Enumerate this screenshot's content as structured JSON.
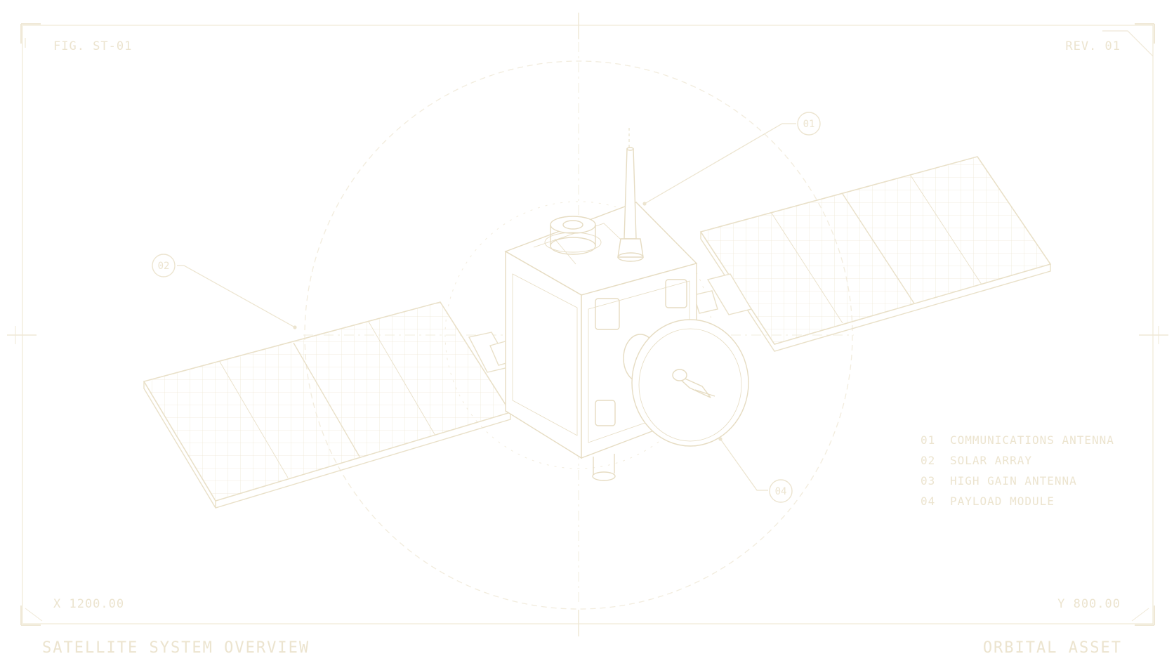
{
  "figure": {
    "fig_id": "FIG. ST-01",
    "revision": "REV. 01",
    "x_readout": "X 1200.00",
    "y_readout": "Y 800.00",
    "title": "SATELLITE SYSTEM OVERVIEW",
    "subtitle": "ORBITAL ASSET"
  },
  "callouts": [
    "01",
    "02",
    "04"
  ],
  "legend": [
    {
      "num": "01",
      "text": "COMMUNICATIONS ANTENNA"
    },
    {
      "num": "02",
      "text": "SOLAR ARRAY"
    },
    {
      "num": "03",
      "text": "HIGH GAIN ANTENNA"
    },
    {
      "num": "04",
      "text": "PAYLOAD MODULE"
    }
  ],
  "colors": {
    "line": "#efe8d6",
    "text": "#ece4cf"
  }
}
